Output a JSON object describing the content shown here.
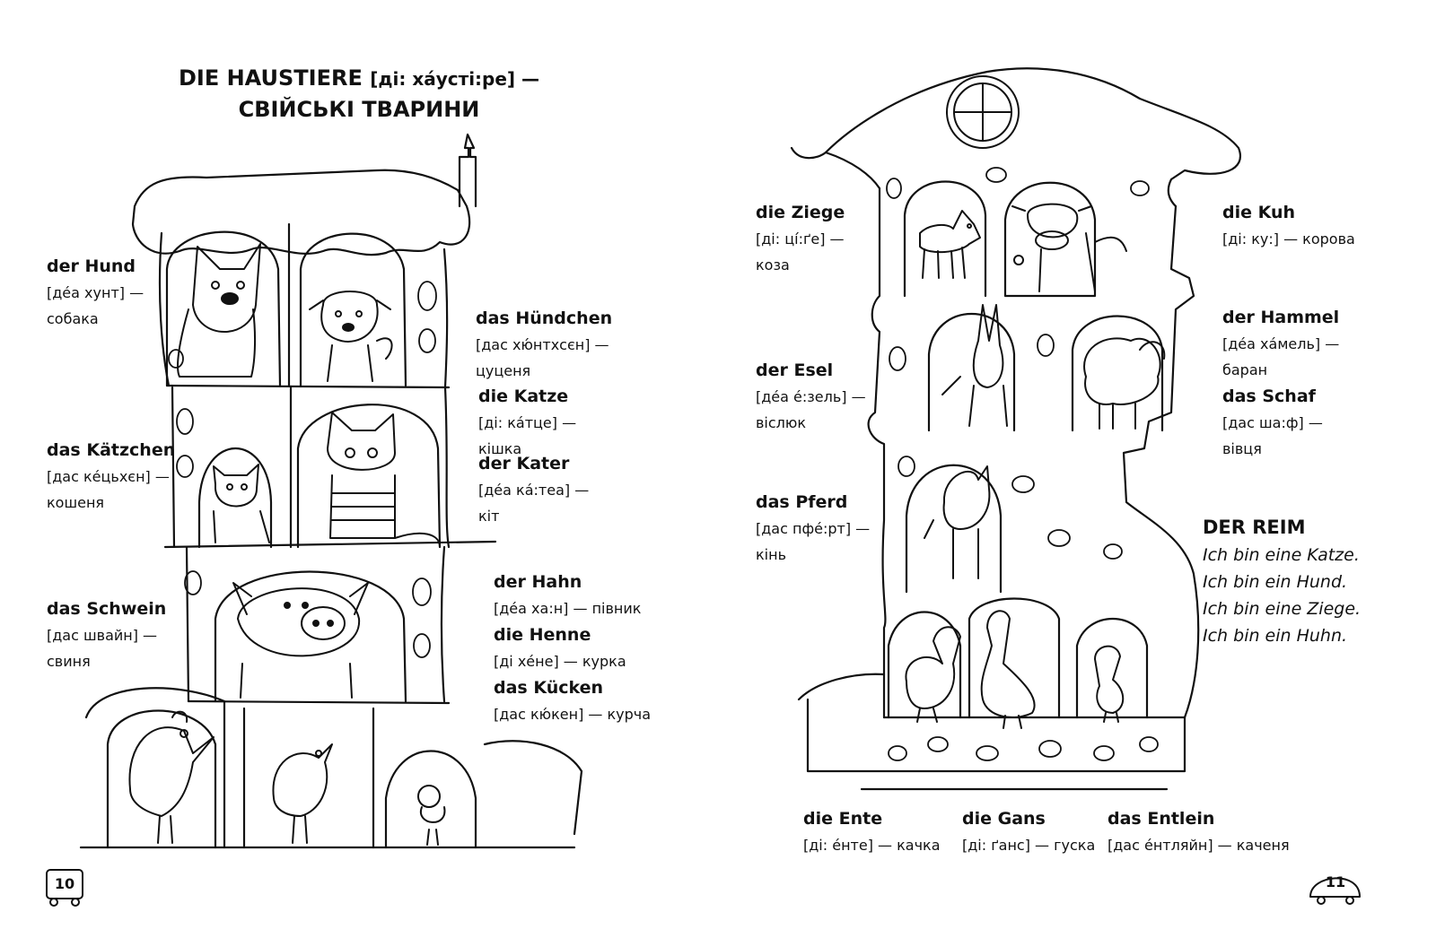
{
  "left_page": {
    "title_main": "DIE HAUSTIERE",
    "title_transcription": "[ді: хáусті:ре] —",
    "title_translation": "СВІЙСЬКІ ТВАРИНИ",
    "page_number": "10",
    "entries": [
      {
        "word": "der Hund",
        "transcription": "[дéа хунт] —",
        "meaning": "собака"
      },
      {
        "word": "das Hündchen",
        "transcription": "[дас хю́нтхсєн] —",
        "meaning": "цуценя"
      },
      {
        "word": "die Katze",
        "transcription": "[ді: кáтце] —",
        "meaning": "кішка"
      },
      {
        "word": "der Kater",
        "transcription": "[дéа кá:теа] —",
        "meaning": "кіт"
      },
      {
        "word": "das Kätzchen",
        "transcription": "[дас кéцьхєн] —",
        "meaning": "кошеня"
      },
      {
        "word": "das Schwein",
        "transcription": "[дас швайн] —",
        "meaning": "свиня"
      },
      {
        "word": "der Hahn",
        "transcription": "[дéа ха:н] — півник",
        "meaning": ""
      },
      {
        "word": "die Henne",
        "transcription": "[ді хéне] — курка",
        "meaning": ""
      },
      {
        "word": "das Kücken",
        "transcription": "[дас кю́кен] — курча",
        "meaning": ""
      }
    ]
  },
  "right_page": {
    "page_number": "11",
    "entries": [
      {
        "word": "die Ziege",
        "transcription": "[ді: ці́:ґе] —",
        "meaning": "коза"
      },
      {
        "word": "die Kuh",
        "transcription": "[ді: ку:] — корова",
        "meaning": ""
      },
      {
        "word": "der Hammel",
        "transcription": "[дéа хáмель] —",
        "meaning": "баран"
      },
      {
        "word": "das Schaf",
        "transcription": "[дас ша:ф] —",
        "meaning": "вівця"
      },
      {
        "word": "der Esel",
        "transcription": "[дéа é:зель] —",
        "meaning": "віслюк"
      },
      {
        "word": "das Pferd",
        "transcription": "[дас пфé:рт] —",
        "meaning": "кінь"
      },
      {
        "word": "die Ente",
        "transcription": "[ді: éнте] — качка",
        "meaning": ""
      },
      {
        "word": "die Gans",
        "transcription": "[ді: ґанс] — гуска",
        "meaning": ""
      },
      {
        "word": "das Entlein",
        "transcription": "[дас éнтляйн] — каченя",
        "meaning": ""
      }
    ],
    "reim": {
      "heading": "DER REIM",
      "lines": [
        "Ich bin eine Katze.",
        "Ich bin ein Hund.",
        "Ich bin eine Ziege.",
        "Ich bin ein Huhn."
      ]
    }
  },
  "icons": [
    "dog-icon",
    "puppy-icon",
    "cat-icon",
    "kitten-icon",
    "pig-icon",
    "rooster-icon",
    "hen-icon",
    "chick-icon",
    "goat-icon",
    "cow-icon",
    "donkey-icon",
    "sheep-icon",
    "horse-icon",
    "duck-icon",
    "goose-icon",
    "duckling-icon",
    "train-car-icon"
  ]
}
